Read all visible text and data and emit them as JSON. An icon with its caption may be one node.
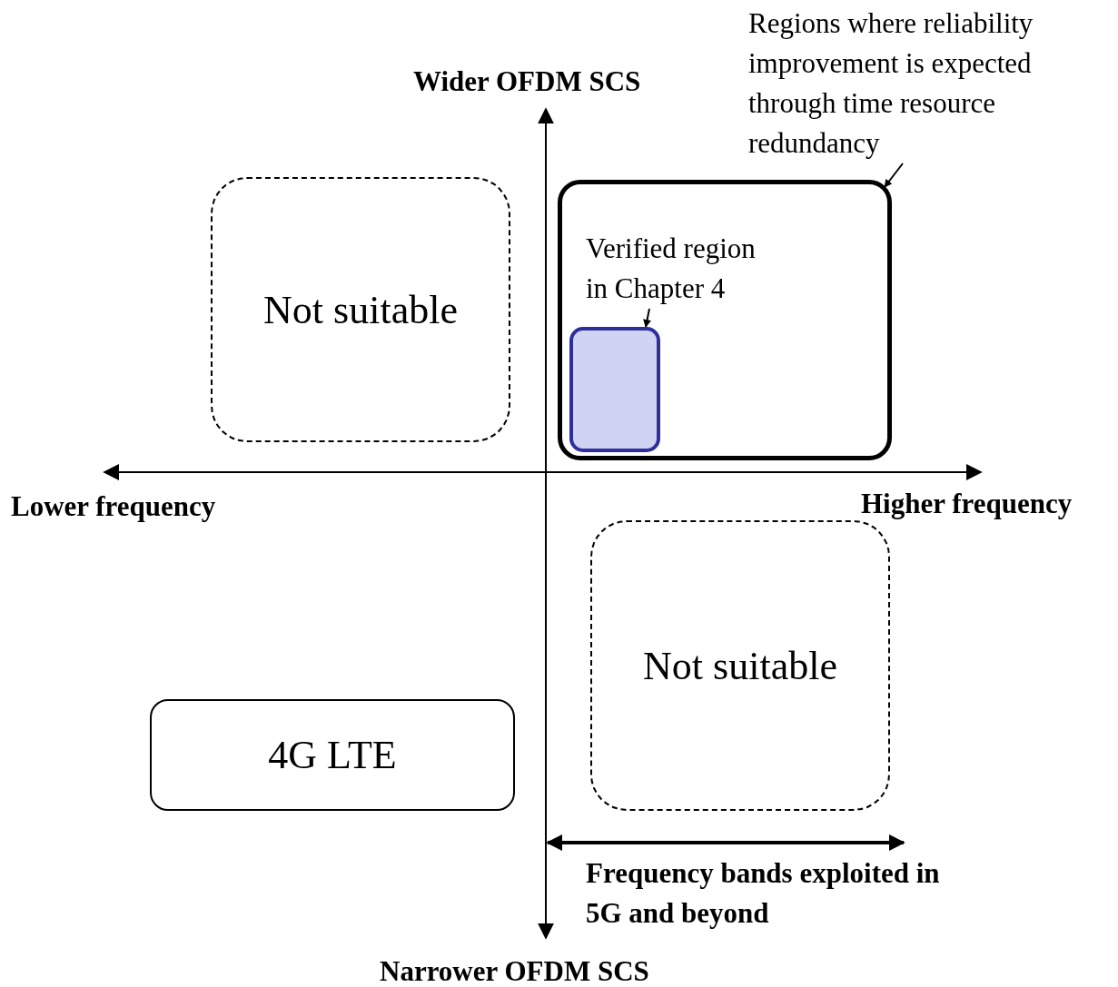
{
  "diagram": {
    "nodes": [
      {
        "text": [
          "Not suitable"
        ]
      },
      {
        "text": [
          "Regions where reliability improvement is expected through time resource redundancy"
        ]
      },
      {
        "text": [],
        "shape": "box"
      },
      {
        "text": [
          "Verified region in Chapter 4"
        ],
        "in": 2
      },
      {
        "text": [],
        "shape": "box",
        "in": 2
      },
      {
        "text": [
          "Not suitable"
        ]
      },
      {
        "text": [
          "4G LTE"
        ]
      }
    ],
    "edges": [
      {
        "from": 1,
        "to": 2,
        "arrow": "to"
      },
      {
        "from": 3,
        "to": 4,
        "arrow": "to"
      }
    ],
    "labels": [
      "Wider OFDM SCS",
      "Lower frequency",
      "Higher frequency",
      "Frequency bands exploited in 5G and beyond",
      "Narrower OFDM SCS"
    ]
  }
}
